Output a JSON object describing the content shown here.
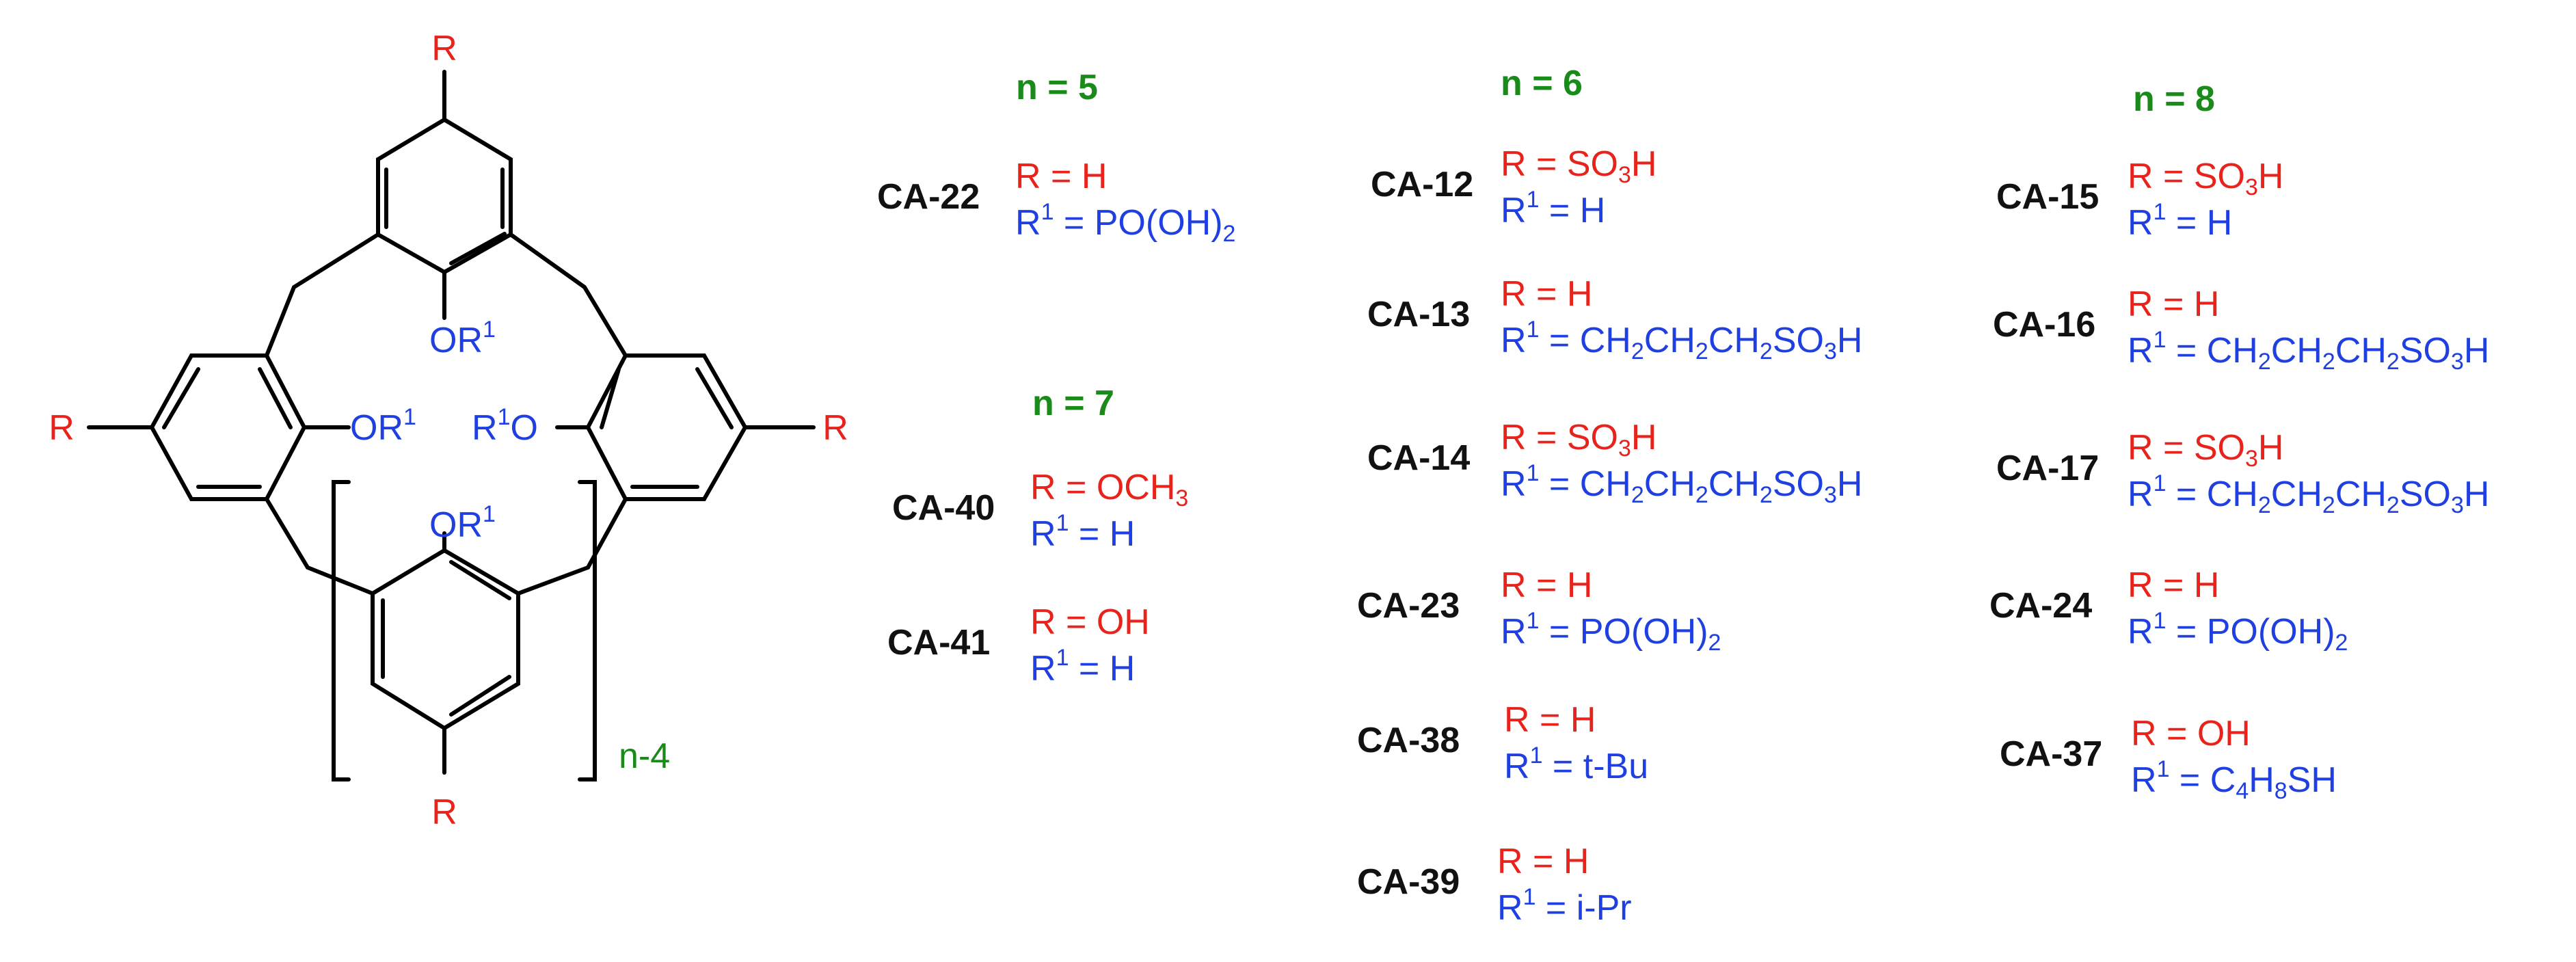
{
  "colors": {
    "r": "#e8231c",
    "r1": "#1f3fe0",
    "n": "#1a8a1a",
    "code": "#111111",
    "bond": "#000000"
  },
  "structure": {
    "r_label": "R",
    "or1_base": "OR",
    "r1o_base": "R",
    "r1o_tail": "O",
    "sup1": "1",
    "repeat_label": "n-4"
  },
  "groups": [
    {
      "header": "n = 5",
      "entries": [
        {
          "code": "CA-22",
          "r": [
            [
              "R = H",
              ""
            ]
          ],
          "r1": [
            [
              "R",
              ""
            ],
            [
              "1",
              "sup"
            ],
            [
              " = PO(OH)",
              ""
            ],
            [
              "2",
              "sub"
            ]
          ]
        }
      ]
    },
    {
      "header": "n = 7",
      "entries": [
        {
          "code": "CA-40",
          "r": [
            [
              "R = OCH",
              ""
            ],
            [
              "3",
              "sub"
            ]
          ],
          "r1": [
            [
              "R",
              ""
            ],
            [
              "1",
              "sup"
            ],
            [
              " = H",
              ""
            ]
          ]
        },
        {
          "code": "CA-41",
          "r": [
            [
              "R = OH",
              ""
            ]
          ],
          "r1": [
            [
              "R",
              ""
            ],
            [
              "1",
              "sup"
            ],
            [
              " = H",
              ""
            ]
          ]
        }
      ]
    },
    {
      "header": "n = 6",
      "entries": [
        {
          "code": "CA-12",
          "r": [
            [
              "R = SO",
              ""
            ],
            [
              "3",
              "sub"
            ],
            [
              "H",
              ""
            ]
          ],
          "r1": [
            [
              "R",
              ""
            ],
            [
              "1",
              "sup"
            ],
            [
              " = H",
              ""
            ]
          ]
        },
        {
          "code": "CA-13",
          "r": [
            [
              "R = H",
              ""
            ]
          ],
          "r1": [
            [
              "R",
              ""
            ],
            [
              "1",
              "sup"
            ],
            [
              " = CH",
              ""
            ],
            [
              "2",
              "sub"
            ],
            [
              "CH",
              ""
            ],
            [
              "2",
              "sub"
            ],
            [
              "CH",
              ""
            ],
            [
              "2",
              "sub"
            ],
            [
              "SO",
              ""
            ],
            [
              "3",
              "sub"
            ],
            [
              "H",
              ""
            ]
          ]
        },
        {
          "code": "CA-14",
          "r": [
            [
              "R = SO",
              ""
            ],
            [
              "3",
              "sub"
            ],
            [
              "H",
              ""
            ]
          ],
          "r1": [
            [
              "R",
              ""
            ],
            [
              "1",
              "sup"
            ],
            [
              " = CH",
              ""
            ],
            [
              "2",
              "sub"
            ],
            [
              "CH",
              ""
            ],
            [
              "2",
              "sub"
            ],
            [
              "CH",
              ""
            ],
            [
              "2",
              "sub"
            ],
            [
              "SO",
              ""
            ],
            [
              "3",
              "sub"
            ],
            [
              "H",
              ""
            ]
          ]
        },
        {
          "code": "CA-23",
          "r": [
            [
              "R = H",
              ""
            ]
          ],
          "r1": [
            [
              "R",
              ""
            ],
            [
              "1",
              "sup"
            ],
            [
              " = PO(OH)",
              ""
            ],
            [
              "2",
              "sub"
            ]
          ]
        },
        {
          "code": "CA-38",
          "r": [
            [
              "R = H",
              ""
            ]
          ],
          "r1": [
            [
              "R",
              ""
            ],
            [
              "1",
              "sup"
            ],
            [
              " = t-Bu",
              ""
            ]
          ]
        },
        {
          "code": "CA-39",
          "r": [
            [
              "R = H",
              ""
            ]
          ],
          "r1": [
            [
              "R",
              ""
            ],
            [
              "1",
              "sup"
            ],
            [
              " =  i-Pr",
              ""
            ]
          ]
        }
      ]
    },
    {
      "header": "n = 8",
      "entries": [
        {
          "code": "CA-15",
          "r": [
            [
              "R = SO",
              ""
            ],
            [
              "3",
              "sub"
            ],
            [
              "H",
              ""
            ]
          ],
          "r1": [
            [
              "R",
              ""
            ],
            [
              "1",
              "sup"
            ],
            [
              " = H",
              ""
            ]
          ]
        },
        {
          "code": "CA-16",
          "r": [
            [
              "R = H",
              ""
            ]
          ],
          "r1": [
            [
              "R",
              ""
            ],
            [
              "1",
              "sup"
            ],
            [
              " = CH",
              ""
            ],
            [
              "2",
              "sub"
            ],
            [
              "CH",
              ""
            ],
            [
              "2",
              "sub"
            ],
            [
              "CH",
              ""
            ],
            [
              "2",
              "sub"
            ],
            [
              "SO",
              ""
            ],
            [
              "3",
              "sub"
            ],
            [
              "H",
              ""
            ]
          ]
        },
        {
          "code": "CA-17",
          "r": [
            [
              "R = SO",
              ""
            ],
            [
              "3",
              "sub"
            ],
            [
              "H",
              ""
            ]
          ],
          "r1": [
            [
              "R",
              ""
            ],
            [
              "1",
              "sup"
            ],
            [
              " = CH",
              ""
            ],
            [
              "2",
              "sub"
            ],
            [
              "CH",
              ""
            ],
            [
              "2",
              "sub"
            ],
            [
              "CH",
              ""
            ],
            [
              "2",
              "sub"
            ],
            [
              "SO",
              ""
            ],
            [
              "3",
              "sub"
            ],
            [
              "H",
              ""
            ]
          ]
        },
        {
          "code": "CA-24",
          "r": [
            [
              "R = H",
              ""
            ]
          ],
          "r1": [
            [
              "R",
              ""
            ],
            [
              "1",
              "sup"
            ],
            [
              " = PO(OH)",
              ""
            ],
            [
              "2",
              "sub"
            ]
          ]
        },
        {
          "code": "CA-37",
          "r": [
            [
              "R = OH",
              ""
            ]
          ],
          "r1": [
            [
              "R",
              ""
            ],
            [
              "1",
              "sup"
            ],
            [
              " = C",
              ""
            ],
            [
              "4",
              "sub"
            ],
            [
              "H",
              ""
            ],
            [
              "8",
              "sub"
            ],
            [
              "SH",
              ""
            ]
          ]
        }
      ]
    }
  ]
}
